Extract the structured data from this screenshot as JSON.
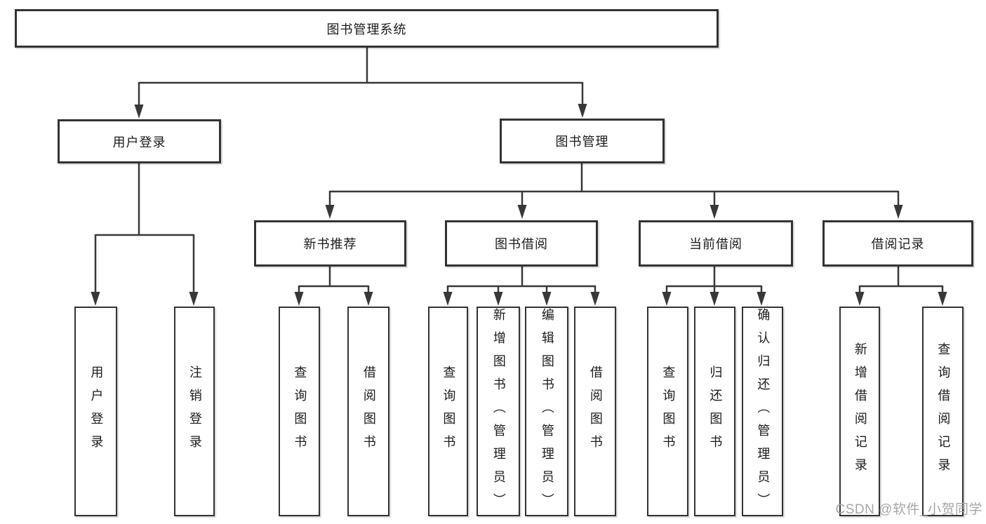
{
  "colors": {
    "background": "#ffffff",
    "line": "#383838",
    "box_border": "#333333",
    "text": "#1b1b1b",
    "watermark": "#a6a6a6"
  },
  "watermark": {
    "text": "CSDN @软件_小贺同学"
  },
  "tree": {
    "root": "图书管理系统",
    "branches": [
      {
        "label": "用户登录",
        "leaves": [
          "用户登录",
          "注销登录"
        ]
      },
      {
        "label": "图书管理",
        "groups": [
          {
            "label": "新书推荐",
            "leaves": [
              "查询图书",
              "借阅图书"
            ]
          },
          {
            "label": "图书借阅",
            "leaves": [
              "查询图书",
              "新增图书（管理员）",
              "编辑图书（管理员）",
              "借阅图书"
            ]
          },
          {
            "label": "当前借阅",
            "leaves": [
              "查询图书",
              "归还图书",
              "确认归还（管理员）"
            ]
          },
          {
            "label": "借阅记录",
            "leaves": [
              "新增借阅记录",
              "查询借阅记录"
            ]
          }
        ]
      }
    ]
  }
}
